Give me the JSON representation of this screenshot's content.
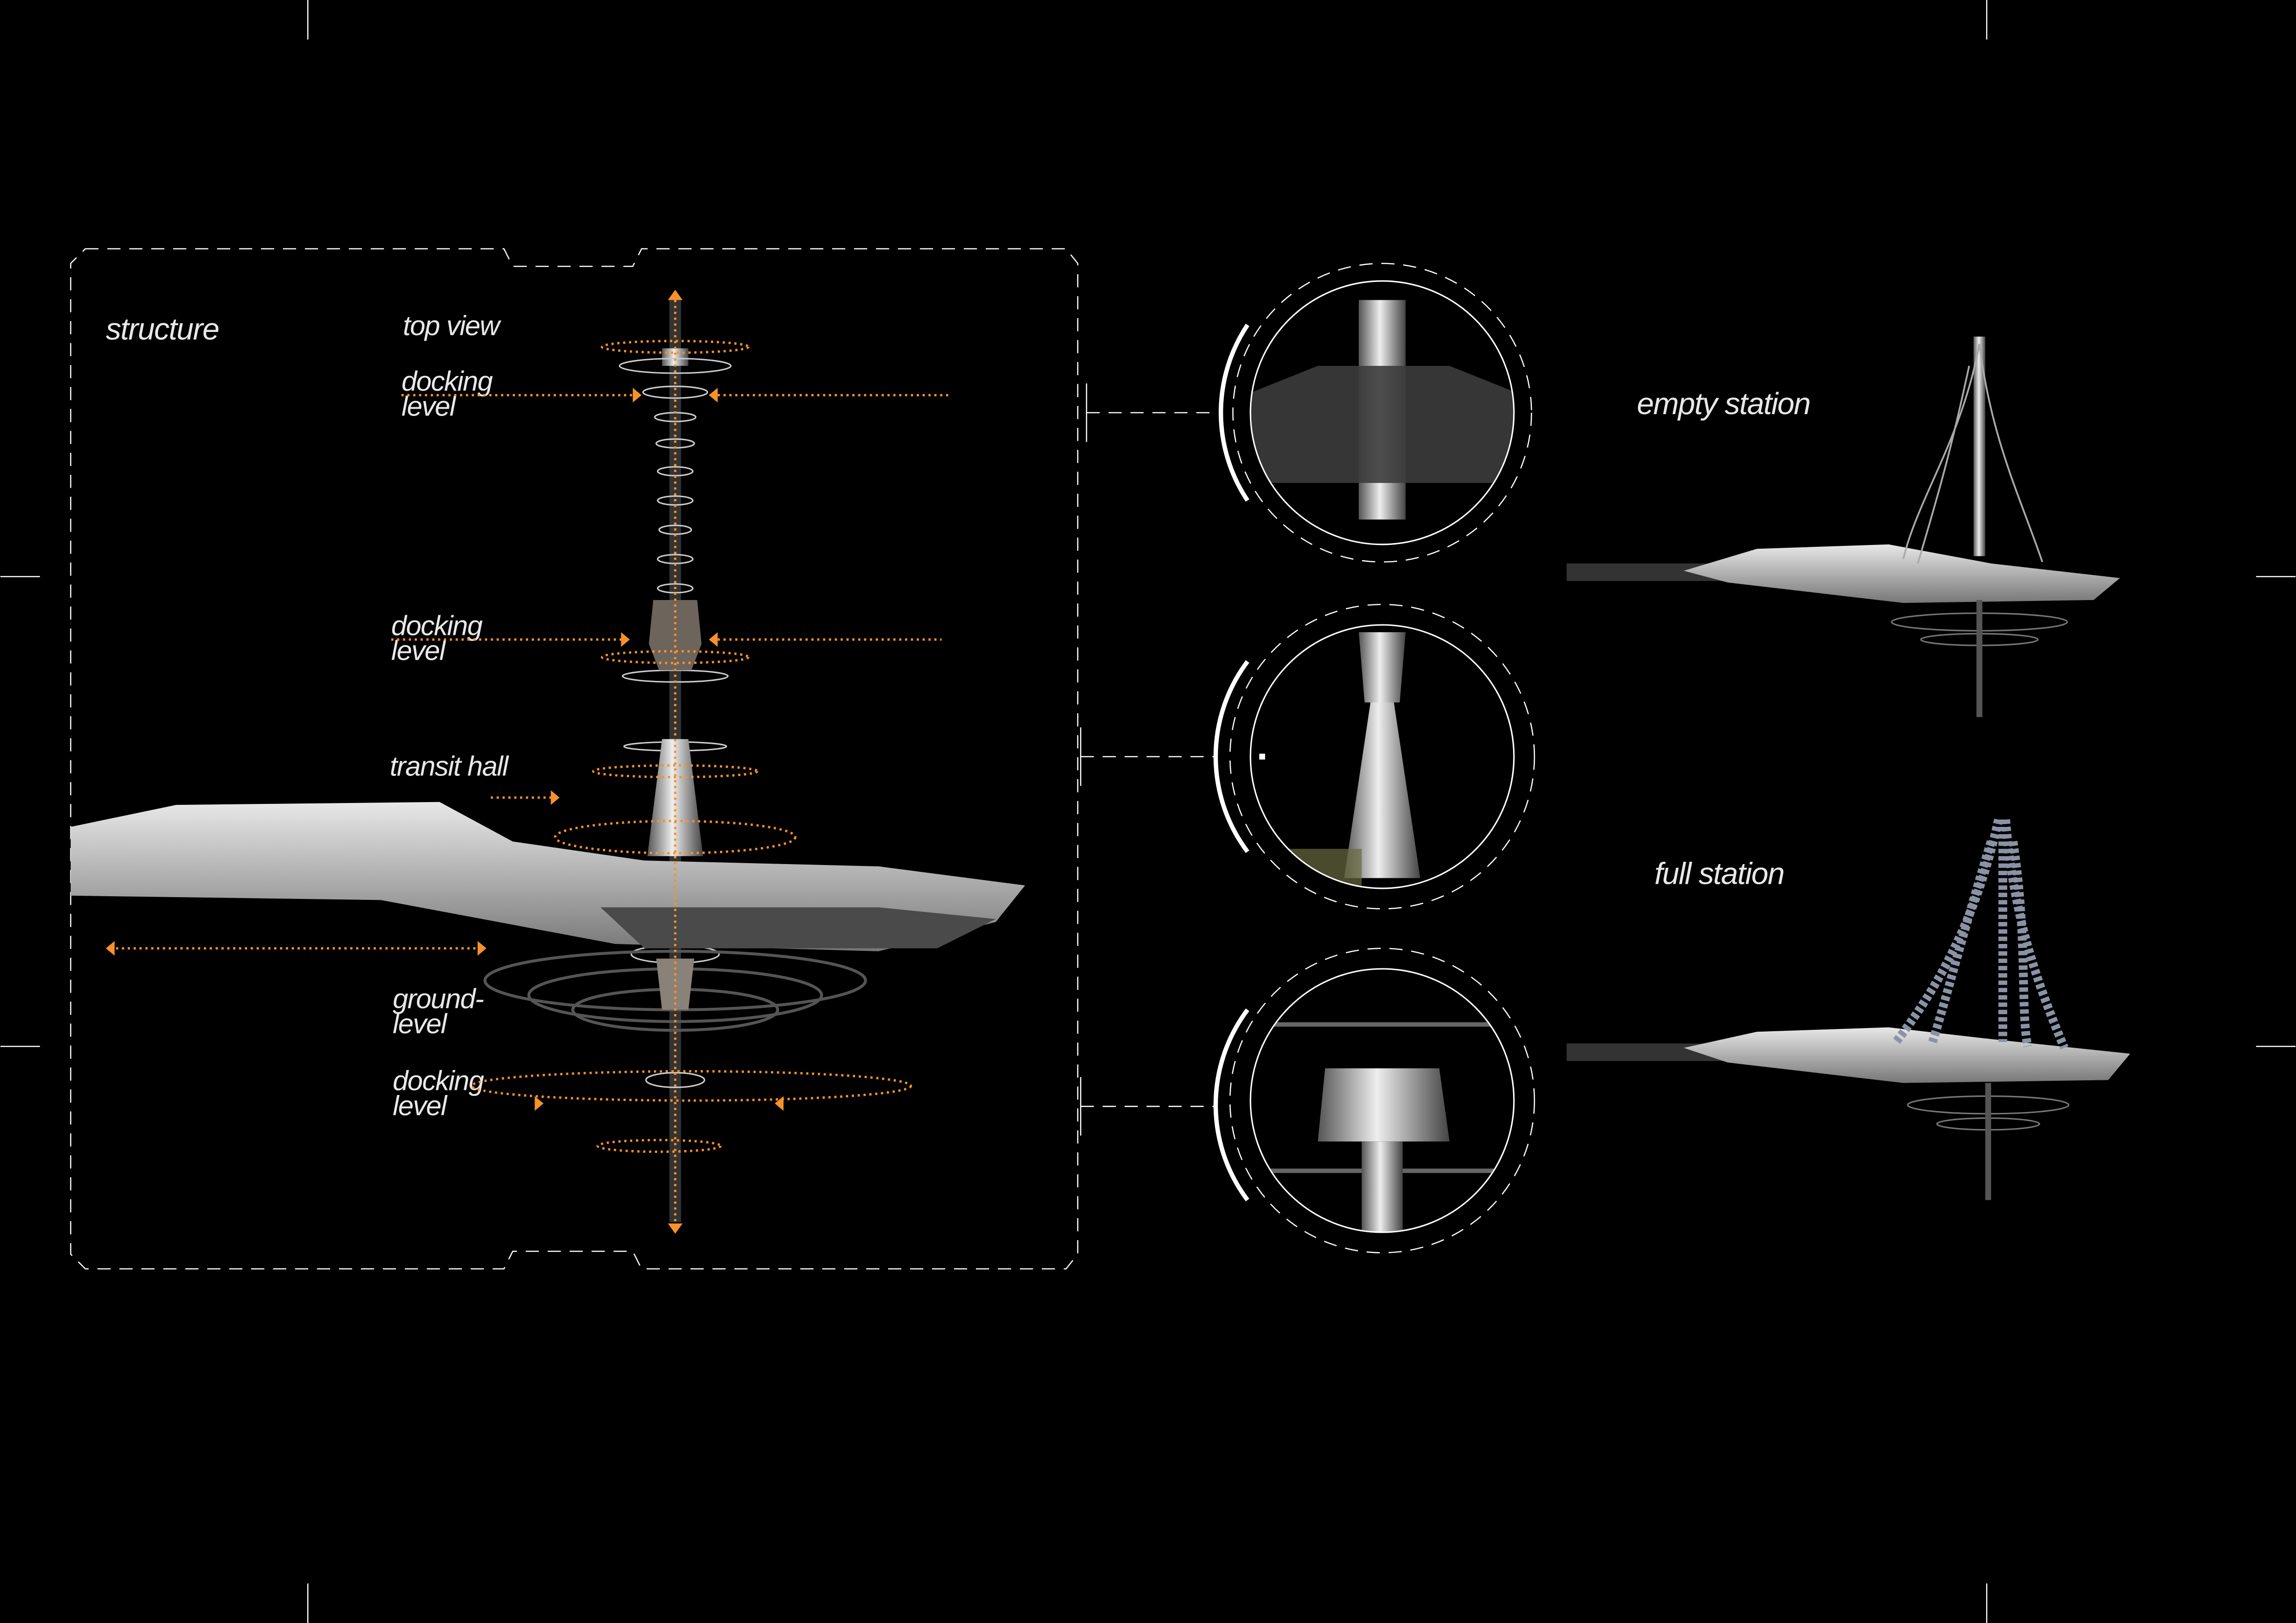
{
  "labels": {
    "structure": "structure",
    "top_view": "top view",
    "docking_level_1": [
      "docking",
      "level"
    ],
    "docking_level_2": [
      "docking",
      "level"
    ],
    "transit_hall": "transit hall",
    "ground_level": [
      "ground-",
      "level"
    ],
    "docking_level_3": [
      "docking",
      "level"
    ],
    "empty_station": "empty station",
    "full_station": "full station"
  },
  "colors": {
    "background": "#000000",
    "accent": "#f7922a",
    "line": "#ffffff"
  }
}
